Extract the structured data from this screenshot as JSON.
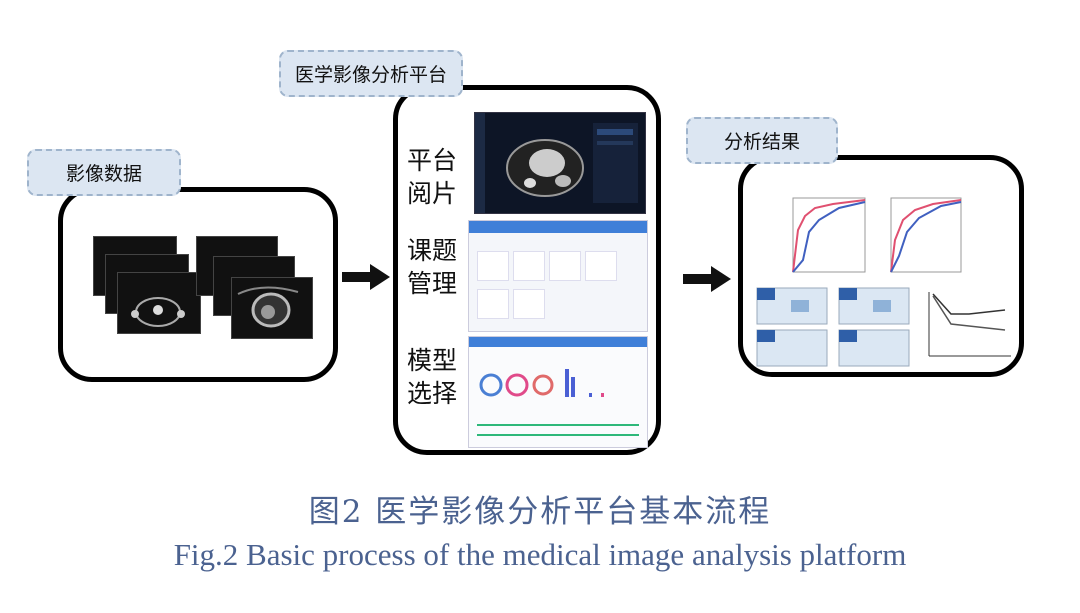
{
  "input": {
    "tag": "影像数据"
  },
  "platform": {
    "tag": "医学影像分析平台",
    "steps": [
      {
        "line1": "平台",
        "line2": "阅片"
      },
      {
        "line1": "课题",
        "line2": "管理"
      },
      {
        "line1": "模型",
        "line2": "选择"
      }
    ]
  },
  "output": {
    "tag": "分析结果"
  },
  "caption": {
    "cn": "图2 医学影像分析平台基本流程",
    "en": "Fig.2  Basic process of the medical image analysis platform"
  },
  "colors": {
    "tag_fill": "#dce6f2",
    "caption": "#4b6290",
    "ui_blue": "#3f7fd8"
  }
}
